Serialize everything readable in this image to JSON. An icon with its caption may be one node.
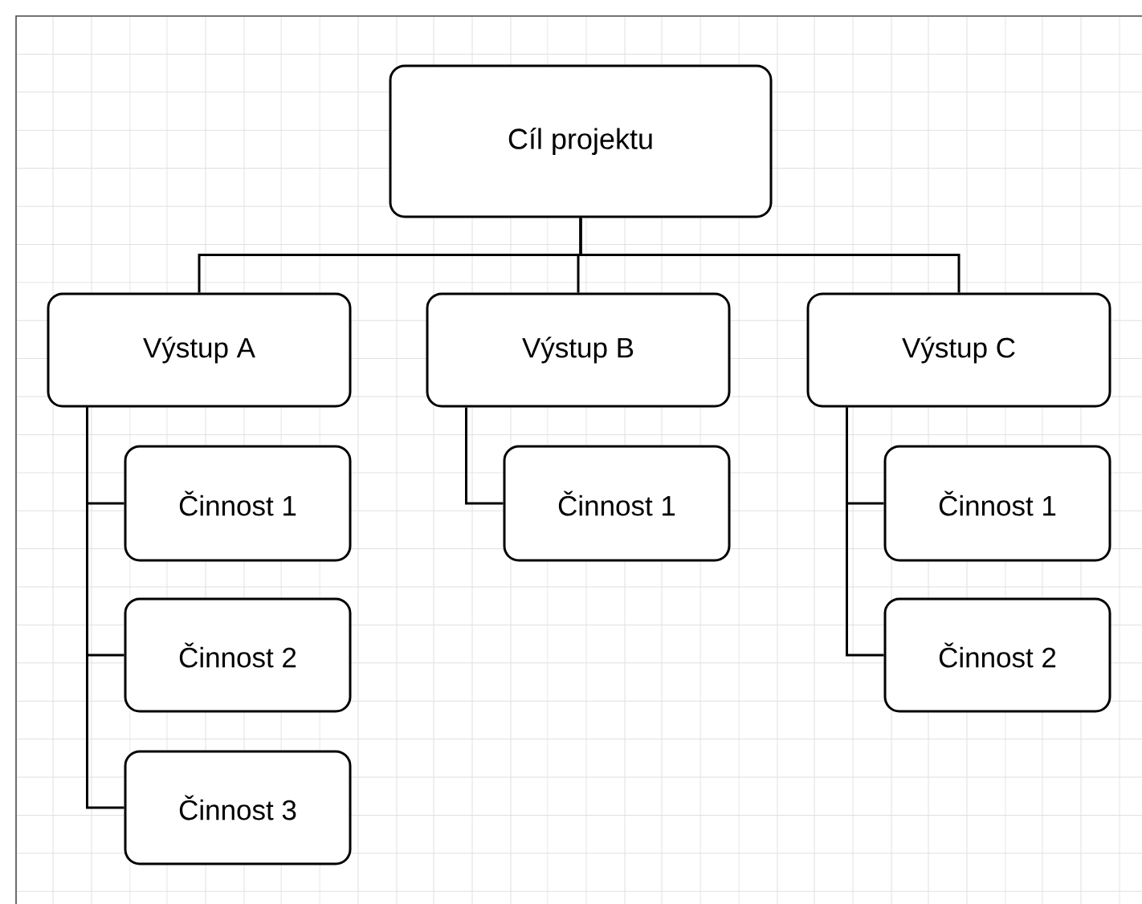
{
  "diagram": {
    "nodes": [
      {
        "text": [
          "Cíl projektu"
        ]
      },
      {
        "text": [
          "Výstup A"
        ]
      },
      {
        "text": [
          "Výstup B"
        ]
      },
      {
        "text": [
          "Výstup C"
        ]
      },
      {
        "text": [
          "Činnost 1"
        ]
      },
      {
        "text": [
          "Činnost 2"
        ]
      },
      {
        "text": [
          "Činnost 3"
        ]
      },
      {
        "text": [
          "Činnost 1"
        ]
      },
      {
        "text": [
          "Činnost 1"
        ]
      },
      {
        "text": [
          "Činnost 2"
        ]
      }
    ],
    "edges": [
      {
        "from": 0,
        "to": 1,
        "arrow": "none"
      },
      {
        "from": 0,
        "to": 2,
        "arrow": "none"
      },
      {
        "from": 0,
        "to": 3,
        "arrow": "none"
      },
      {
        "from": 1,
        "to": 4,
        "arrow": "none"
      },
      {
        "from": 1,
        "to": 5,
        "arrow": "none"
      },
      {
        "from": 1,
        "to": 6,
        "arrow": "none"
      },
      {
        "from": 2,
        "to": 7,
        "arrow": "none"
      },
      {
        "from": 3,
        "to": 8,
        "arrow": "none"
      },
      {
        "from": 3,
        "to": 9,
        "arrow": "none"
      }
    ]
  }
}
